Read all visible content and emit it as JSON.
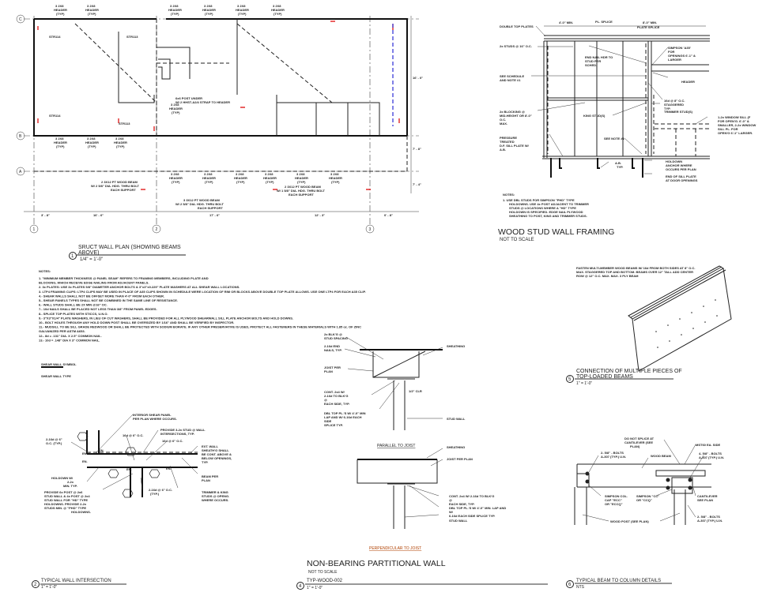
{
  "plan": {
    "title_line1": "SRUCT WALL PLAN (SHOWING BEAMS",
    "title_line2": "ABOVE)",
    "number": "1",
    "scale": "1/4\" = 1'-0\"",
    "grid_rows": [
      "C",
      "B",
      "A"
    ],
    "grid_cols": [
      "1",
      "2",
      "3"
    ],
    "header_label": "3 2X8",
    "header_sub": "HEADER",
    "header_typ": "(TYP)",
    "dims_bottom": [
      "3' - 8\"",
      "16' - 6\"",
      "17' - 6\"",
      "12' - 3\"",
      "0' - 8\""
    ],
    "dims_right": [
      "16' - 0\"",
      "7' - 8\"",
      "7' - 4\""
    ],
    "wall_tags": [
      "STR114",
      "STR113",
      "STR114",
      "STR113"
    ],
    "beam1": [
      "2 3X12 PT WOOD BEAM",
      "W/ 2 5/8\" DIA. HDG. THRU BOLT",
      "EACH SUPPORT"
    ],
    "beam2": [
      "2 3X12 PT WOOD BEAM",
      "W/ 1 5/8\" DIA. HDG. THRU BOLT",
      "EACH SUPPORT"
    ],
    "beam3": [
      "3 3X12 PT WOOD BEAM",
      "W/ 2 5/8\" DIA. HDG. THRU BOLT",
      "EACH SUPPORT"
    ],
    "post_note": [
      "6x6 POST UNDER",
      "W/ 2 HHST-A2/4 STRAP TO HEADER"
    ],
    "notes_heading": "NOTES:",
    "notes": [
      "1. \"MINIMUM MEMBER THICKNESS @ PANEL SEAM\" REFERS TO FRAMING MEMBERS, INCLUDING PLATE AND",
      "BLOCKING, WHICH RECEIVE EDGE NAILING FROM ADJACENT PANELS.",
      "2. 3x PLATES: USE 3x PLATES 5/8\" DIAMETER ANCHOR BOLTS & 3\"x3\"x0.229\" PLATE WASHERS AT ALL SHEAR WALL LOCATIONS.",
      "3. LTP4 FRAMING CLIPS: LTP4 CLIPS MAY BE USED IN PLACE OF A35 CLIPS SHOWN IN SCHEDULE WERE LOCATION OF RIM OR BLOCKS ABOVE DOUBLE TOP PLATE ALLOWS. USE ONE LTP4 FOR EACH A35 CLIP.",
      "4.- SHEAR WALLS SHALL NOT BE OFFSET MORE THAN 4'-0\" FROM EACH OTHER.",
      "5.- SHEAR PANELS TYPES SHALL NOT BE COMBINED IN THE SAME LINE OF RESISTANCE.",
      "6.- WALL STUDS SHALL BE 2X MIN @16\" OC.",
      "7.- 10d NAILS SHALL BE PLACED NOT LESS THAN 3/8\" FROM PANEL EDGES.",
      "8.- SPLICE TOP PLATES WITH STICCS, U.N.O.",
      "9.- 3\"X3\"X1/4\" PLATE WASHERS, IN LIEU OF CUT WASHERS, SHALL BE PROVIDED FOR ALL PLYWOOD SHEARWALL SILL PLATE ANCHOR BOLTS AND HOLD DOWNS.",
      "10.- BOLT HOLES THROUGH ANY HOLD DOWN POST SHALL BE OVERSIZED BY 1/16\" AND SHALL BE VERIFIED BY INSPECTOR.",
      "11.- MUDSILL TO BE SILL GRADE REDWOOD OR SHALL BE PROTECTED WITH SODIUM BORATE. IF ANY OTHER PRESERVATIVE IS USED, PROTECT ALL FASTENERS IN THESE MATERIALS WITH 1.85 oz. OF ZINC",
      "GALVANIZED PER ASTM A653.",
      "12.- 8d = .131\" DIA. X 2.5\" COMMON NAIL.",
      "13.- 10d = .148\" DIA X 3\" COMMON NAIL."
    ],
    "legend_heading": "SHEAR WALL SYMBOL",
    "legend_item": "SHEAR WALL TYPE"
  },
  "framing": {
    "title": "WOOD STUD WALL FRAMING",
    "subtitle": "NOT TO SCALE",
    "labels": {
      "top_dim_left": "4'-0\" MIN.",
      "pl_splice": "PL. SPLICE",
      "top_dim_right": "8'-0\" MIN.",
      "plate_splice": "PLATE SPLICE",
      "double_top": "DOUBLE TOP PLATES",
      "studs": "2x STUDS @ 16\" O.C.",
      "end_nail": [
        "END NAIL HDR TO",
        "STUD PER",
        "SCHED."
      ],
      "simpson": [
        "SIMPSON 'A35'",
        "FOR",
        "OPENINGS 6'-1\" &",
        "LARGER"
      ],
      "header": "HEADER",
      "see_schedule": [
        "SEE SCHEDULE",
        "AND NOTE #1"
      ],
      "blocking": [
        "2x BLOCKING @",
        "MID-HEIGHT OR 8'-0\"",
        "O.C.",
        "MAX."
      ],
      "king": "KING STUD(S)",
      "nails": [
        "16d @ 8\" O.C.",
        "STAGGERED",
        "TYP."
      ],
      "trimmer": "TRIMMER STUD(S)",
      "window_sill": [
        "1-2x WINDOW SILL (F",
        "FOR OPEN'G. 6'-0\" &",
        "SMALLER, 2-2x WINDOW",
        "SILL PL. FOR",
        "OPEN'G 6'-1\" LARGER."
      ],
      "pressure": [
        "PRESSURE",
        "TREATED",
        "D.F. SILL PLATE W/",
        "A.B."
      ],
      "see_note": "SEE NOTE #1",
      "ab": [
        "A.B.",
        "TYP."
      ],
      "holdown": [
        "HOLDOWN",
        "ANCHOR WHERE",
        "OCCURS PER PLAN"
      ],
      "end_sill": [
        "END OF SILL PLATE",
        "AT DOOR OPENINGS"
      ]
    },
    "notes_heading": "NOTES:",
    "notes": [
      "1.    USE DBL STUDS FOR SIMPSON \"PHD\" TYPE",
      "HOLDOWNS. USE 4x POST ADJACENT TO TRIMMER",
      "STUDS @ LOCATIONS WHERE A \"HD\" TYPE",
      "HOLDOWN IS SPECIFIED. EDGE NAIL PLYWOOD",
      "SHEATHING TO POST, KING AND TRIMMER STUDS."
    ]
  },
  "multi_beam": {
    "note": [
      "FASTEN MULTI-MEMBER WOOD BEAMS W/ 16d FROM BOTH SIDES AT 8\" O.C.",
      "MAX. STAGGERED TOP AND BOTTOM. BEAMS OVER 12\" TALL ADD CENTER",
      "ROW @ 12\" O.C. MAX. MAX. 3 PLY BEAM"
    ],
    "number": "5",
    "title_line1": "CONNECTION OF MULTIPLE PIECES OF",
    "title_line2": "TOP-LOADED BEAMS",
    "scale": "1\" = 1'-0\""
  },
  "intersection": {
    "number": "2",
    "title": "TYPICAL WALL INTERSECTION",
    "scale": "1\" = 1'-0\"",
    "labels": {
      "interior": [
        "INTERIOR SHEAR PANEL",
        "PER PLAN WHERE OCCURS."
      ],
      "provide3": [
        "PROVIDE 3-2x STUD @ WALL",
        "INTERSECTIONS, TYP."
      ],
      "nail1": "16d @ 6\" O.C.",
      "nail2": "16d @ 6\" O.C.",
      "nail_left": [
        "2-16d @ 6\"",
        "O.C. (TYP.)"
      ],
      "ext_wall": [
        "EXT. WALL",
        "SHEATH'G SHALL",
        "BE CONT. ABOVE &",
        "BELOW  OPENINGS,",
        "TYP."
      ],
      "en": "EN.",
      "beam": [
        "BEAM PER",
        "PLAN"
      ],
      "holdown": [
        "HOLDOWN W/",
        "2-2x",
        "MIN. TYP."
      ],
      "provide6": [
        "PROVIDE 6x POST @ 2x6",
        "STUD WALL & 4x POST @ 2x4",
        "STUD WALL FOR \"HD\" TYPE",
        "HOLDOWNS. PROVIDE 2-2x",
        "STUDS MIN. @ \"PHD\" TYPE",
        "HOLDOWNS."
      ],
      "nail_bottom": [
        "2-16d @ 6\" O.C.",
        "(TYP.)"
      ],
      "trimmer": [
        "TRIMMER & KING",
        "STUDS @ OPENG.",
        "WHERE OCCURS."
      ]
    }
  },
  "partition": {
    "labels": {
      "blkg": [
        "2x BLK'G @",
        "STUD SPACING"
      ],
      "end_nails": [
        "2-16d END",
        "NAILS, TYP."
      ],
      "sheathing": "SHEATHING",
      "joist": [
        "JOIST PER",
        "PLAN"
      ],
      "cont": [
        "CONT. 2x4 W/",
        "2-16d TO BLK'G",
        "@",
        "EACH SIDE, TYP."
      ],
      "dbl_top": [
        "DBL TOP PL.'S W/ 4'-0\" MIN",
        "LAP AND W/ 6-16d EACH",
        "SIDE",
        "SPLICE TYP."
      ],
      "stud_wall": "STUD WALL",
      "gap": [
        "1/2\" CLR"
      ],
      "parallel": "PARALLEL TO JOIST",
      "sheathing2": "SHEATHING",
      "joist2": "JOIST PER PLAN",
      "cont2": [
        "CONT. 2x4 W/ 2-16d TO BLK'G",
        "@",
        "EACH SIDE, TYP."
      ],
      "dbl_top2": [
        "DBL TOP PL.'S W/ 4'-0\" MIN. LAP AND",
        "W/",
        "6-16d EACH SIDE SPLICE TYP."
      ],
      "stud_wall2": "STUD WALL",
      "perpendicular": "PERPENDICULAR TO JOIST"
    },
    "title": "NON-BEARING PARTITIONAL WALL",
    "subtitle": "NOT TO SCALE",
    "number": "4",
    "ref": "TYP-WOOD-002",
    "scale": "1\" = 1'-0\""
  },
  "beam_column": {
    "labels": {
      "no_splice": [
        "DO NOT SPLICE AT",
        "CANTILEVER (SEE",
        "PLAN)"
      ],
      "mstn": "MST60 EA. SIDE",
      "bolts_left": [
        "2- 5/8\" - BOLTS",
        "A-307 (TYP.) U.N."
      ],
      "wood_beam": "WOOD BEAM",
      "bolts_right": [
        "4- 5/8\" - BOLTS",
        "A-307 (TYP.) U.N."
      ],
      "simpson_col": [
        "SIMPSON COL.",
        "CAP \"ECC\"",
        "OR \"ECCQ\""
      ],
      "simpson_cc": [
        "SIMPSON \"CC\"",
        "OR \"CCQ\""
      ],
      "cantilever": [
        "CANTILEVER",
        "SEE PLAN"
      ],
      "bolts_bottom": [
        "2- 5/8\" - BOLTS",
        "A-307 (TYP.) U.N."
      ],
      "wood_post": "WOOD POST (SEE PLAN)"
    },
    "number": "6",
    "title": "TYPICAL BEAM TO COLUMN DETAILS",
    "scale": "NTS"
  },
  "colors": {
    "line": "#222222",
    "accent": "#dd0000",
    "title_underline": "#777777"
  }
}
